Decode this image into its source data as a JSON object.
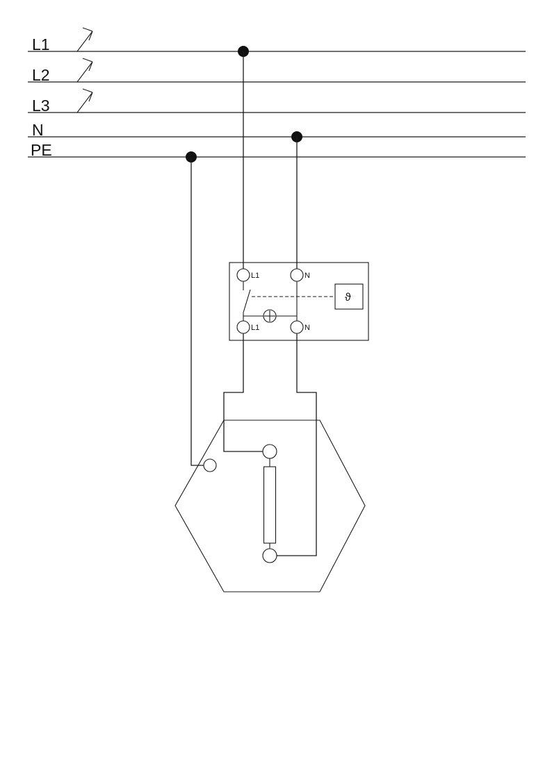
{
  "diagram": {
    "background": "#ffffff",
    "line_color": "#1a1a1a",
    "bus": {
      "l1": "L1",
      "l2": "L2",
      "l3": "L3",
      "n": "N",
      "pe": "PE"
    },
    "controller": {
      "terminal_top_left": "L1",
      "terminal_top_right": "N",
      "terminal_bottom_left": "L1",
      "terminal_bottom_right": "N",
      "thermostat_symbol": "ϑ"
    }
  }
}
